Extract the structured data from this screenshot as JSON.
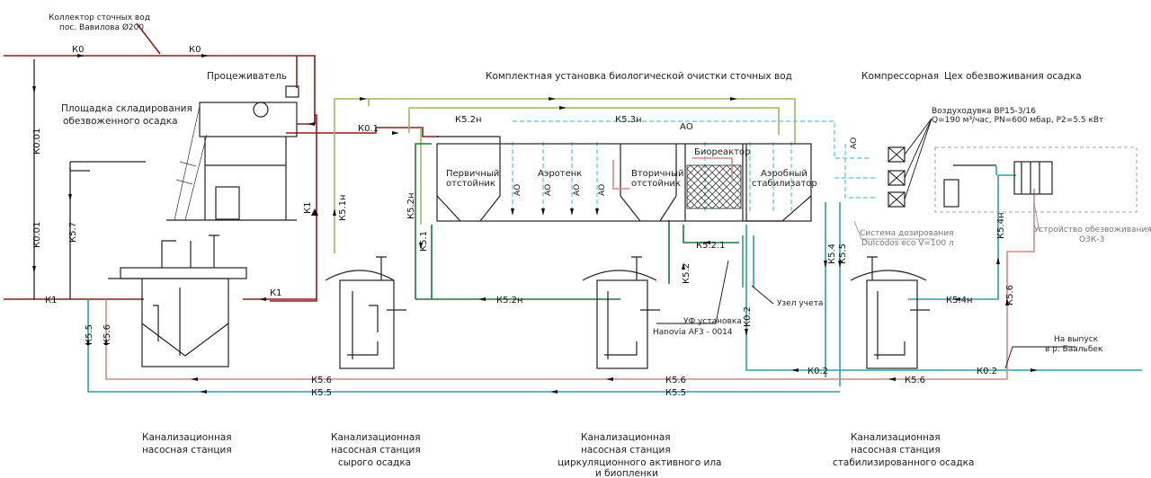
{
  "labels": {
    "collector_line1": "Коллектор сточных вод",
    "collector_line2": "пос. Вавилова Ø200",
    "screen": "Процеживатель",
    "storage_line1": "Площадка складирования",
    "storage_line2": "обезвоженного осадка",
    "complex_title": "Комплектная установка биологической очистки сточных вод",
    "compressor": "Компрессорная",
    "dewatering_shop": "Цех обезвоживания осадка",
    "blower_line1": "Воздуходувка ВР15-3/16",
    "blower_line2": "Q=190 м³/час, PN=600 мбар, P2=5.5 кВт",
    "primary_line1": "Первичный",
    "primary_line2": "отстойник",
    "aerotank": "Аэротенк",
    "secondary_line1": "Вторичный",
    "secondary_line2": "отстойник",
    "bioreactor": "Биореактор",
    "aerobic_line1": "Аэробный",
    "aerobic_line2": "стабилизатор",
    "dosing_line1": "Система дозирования",
    "dosing_line2": "Dulcodos eco V=100 л",
    "dewatering_device_line1": "Устройство обезвоживания осадка",
    "dewatering_device_line2": "ОЗК-3",
    "metering": "Узел учета",
    "uv_line1": "УФ установка",
    "uv_line2": "Hanovia  AF3 - 0014",
    "outlet_line1": "На выпуск",
    "outlet_line2": "в р. Баальбек"
  },
  "pipes": {
    "k0": "К0",
    "k1": "К1",
    "k01": "К0.1",
    "k001": "К0.01",
    "k02": "К0.2",
    "k51": "К5.1",
    "k51n": "К5.1н",
    "k52": "К5.2",
    "k52n": "К5.2н",
    "k521": "К5.2.1",
    "k53n": "К5.3н",
    "k54": "К5.4",
    "k54n": "К5.4н",
    "k55": "К5.5",
    "k56": "К5.6",
    "k57": "К5.7",
    "ao": "АО"
  },
  "captions": {
    "ps1_line1": "Канализационная",
    "ps1_line2": "насосная станция",
    "ps2_line1": "Канализационная",
    "ps2_line2": "насосная станция",
    "ps2_line3": "сырого осадка",
    "ps3_line1": "Канализационная",
    "ps3_line2": "насосная станция",
    "ps3_line3": "циркуляционного активного ила",
    "ps3_line4": "и биопленки",
    "ps4_line1": "Канализационная",
    "ps4_line2": "насосная станция",
    "ps4_line3": "стабилизированного осадка"
  },
  "colors": {
    "raw_sewage": "#8e1e1e",
    "sludge_return": "#1c7a3c",
    "activated_sludge": "#9cba5a",
    "treated_water": "#2aa3a8",
    "air": "#56c8cc",
    "stabilized_sludge": "#d48a8a"
  }
}
